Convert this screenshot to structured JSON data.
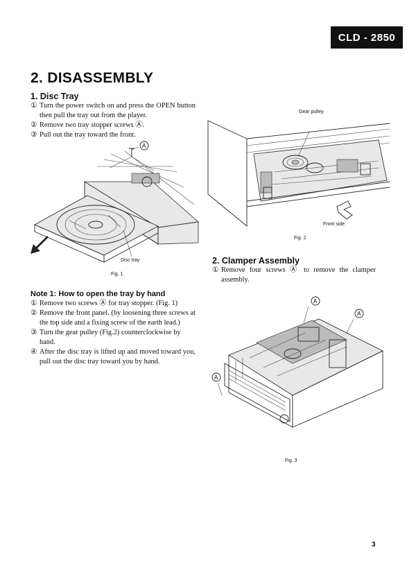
{
  "header": {
    "model_badge": "CLD - 2850"
  },
  "section_title": "2. DISASSEMBLY",
  "disc_tray": {
    "heading": "1. Disc Tray",
    "steps": [
      {
        "num": "①",
        "text": "Turn the power switch on and press the OPEN button then pull the tray out from the player."
      },
      {
        "num": "②",
        "text": "Remove two tray stopper screws Ⓐ."
      },
      {
        "num": "③",
        "text": "Pull out the tray toward the front."
      }
    ]
  },
  "fig1": {
    "callout_a": "A",
    "label_disc_tray": "Disc tray",
    "caption": "Fig. 1"
  },
  "note1": {
    "heading": "Note 1: How to open the tray by hand",
    "steps": [
      {
        "num": "①",
        "text": "Remove two screws Ⓐ for tray stopper. (Fig. 1)"
      },
      {
        "num": "②",
        "text": "Remove the front panel. (by loosening three screws at the top side and a fixing screw of the earth lead.)"
      },
      {
        "num": "③",
        "text": "Turn the gear pulley (Fig.2) counterclockwise by hand."
      },
      {
        "num": "④",
        "text": "After the disc tray is lifted up and moved toward you, pull out the disc tray toward you by hand."
      }
    ]
  },
  "fig2": {
    "label_gear_pulley": "Gear pulley",
    "label_front_side": "Front side",
    "caption": "Fig. 2"
  },
  "clamper": {
    "heading": "2. Clamper Assembly",
    "steps": [
      {
        "num": "①",
        "text": "Remove four screws Ⓐ to remove the clamper assembly."
      }
    ]
  },
  "fig3": {
    "callout_a": "A",
    "caption": "Fig. 3"
  },
  "page_number": "3"
}
